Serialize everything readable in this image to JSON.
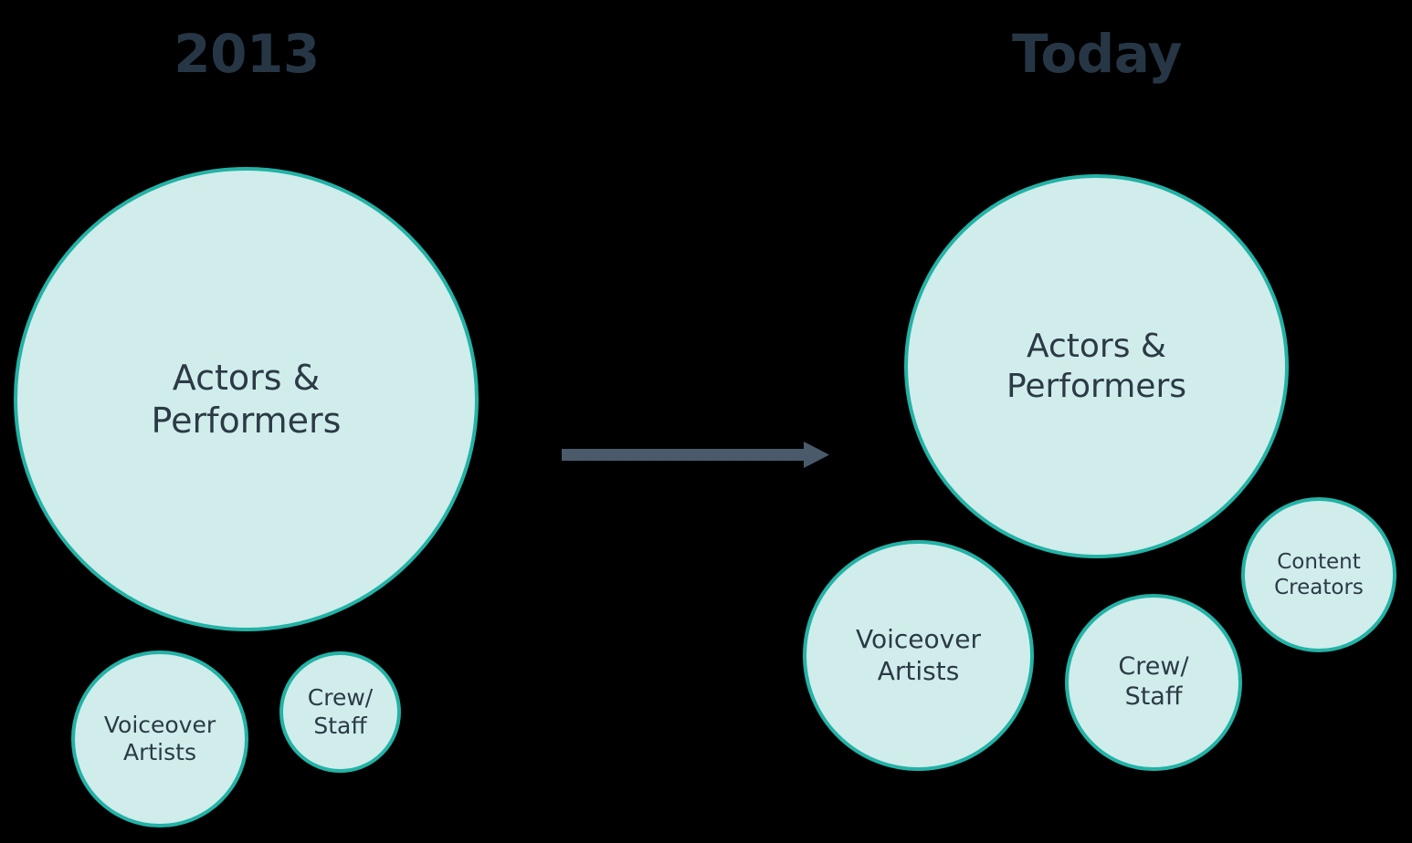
{
  "background_color": "#000000",
  "theme": {
    "bubble_fill": "#d0edeb",
    "bubble_stroke": "#23b2a6",
    "label_text": "#2b3a45",
    "title_text": "#263645",
    "arrow_color": "#4a5a6b"
  },
  "panels": [
    {
      "id": "2013",
      "title": "2013",
      "bubbles": [
        {
          "name": "Actors &\nPerformers",
          "size": "large"
        },
        {
          "name": "Voiceover\nArtists",
          "size": "small"
        },
        {
          "name": "Crew/\nStaff",
          "size": "xsmall"
        }
      ]
    },
    {
      "id": "today",
      "title": "Today",
      "bubbles": [
        {
          "name": "Actors &\nPerformers",
          "size": "large"
        },
        {
          "name": "Voiceover\nArtists",
          "size": "medium"
        },
        {
          "name": "Crew/\nStaff",
          "size": "small"
        },
        {
          "name": "Content\nCreators",
          "size": "small"
        }
      ]
    }
  ],
  "arrow": {
    "label": "",
    "direction": "right"
  },
  "chart_data": {
    "type": "bubble",
    "title": "",
    "xlabel": "",
    "ylabel": "",
    "legend": "none",
    "grid": false,
    "categories": [
      "Actors & Performers",
      "Voiceover Artists",
      "Crew/ Staff",
      "Content Creators"
    ],
    "series": [
      {
        "name": "2013",
        "values": [
          509,
          194,
          133,
          0
        ]
      },
      {
        "name": "Today",
        "values": [
          421,
          253,
          194,
          170
        ]
      }
    ],
    "value_unit": "bubble diameter (px)",
    "annotations": [
      "arrow from 2013 group to Today group"
    ]
  }
}
